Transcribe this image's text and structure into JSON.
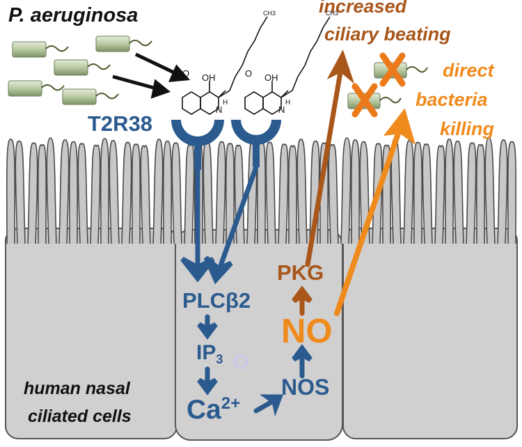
{
  "labels": {
    "organism": "P. aeruginosa",
    "receptor": "T2R38",
    "outcome_ciliary": [
      "increased",
      "ciliary beating"
    ],
    "outcome_killing": [
      "direct",
      "bacteria",
      "killing"
    ],
    "cell_label": [
      "human nasal",
      "ciliated cells"
    ],
    "plc": "PLCβ2",
    "ip3_base": "IP",
    "ip3_sub": "3",
    "ca_base": "Ca",
    "ca_sup": "2+",
    "nos": "NOS",
    "no": "NO",
    "pkg": "PKG",
    "faded_mark": "O"
  },
  "molecule": {
    "atoms": [
      "O",
      "OH",
      "N",
      "H",
      "CH3"
    ]
  },
  "colors": {
    "receptor_blue": "#2b5a8f",
    "signal_orange": "#ef8a1c",
    "pkg_brown": "#a8561a",
    "cell_gray": "#cfcfcf",
    "bacteria_green": "#b8c8a0",
    "inhibit_orange": "#ec7a1a"
  }
}
